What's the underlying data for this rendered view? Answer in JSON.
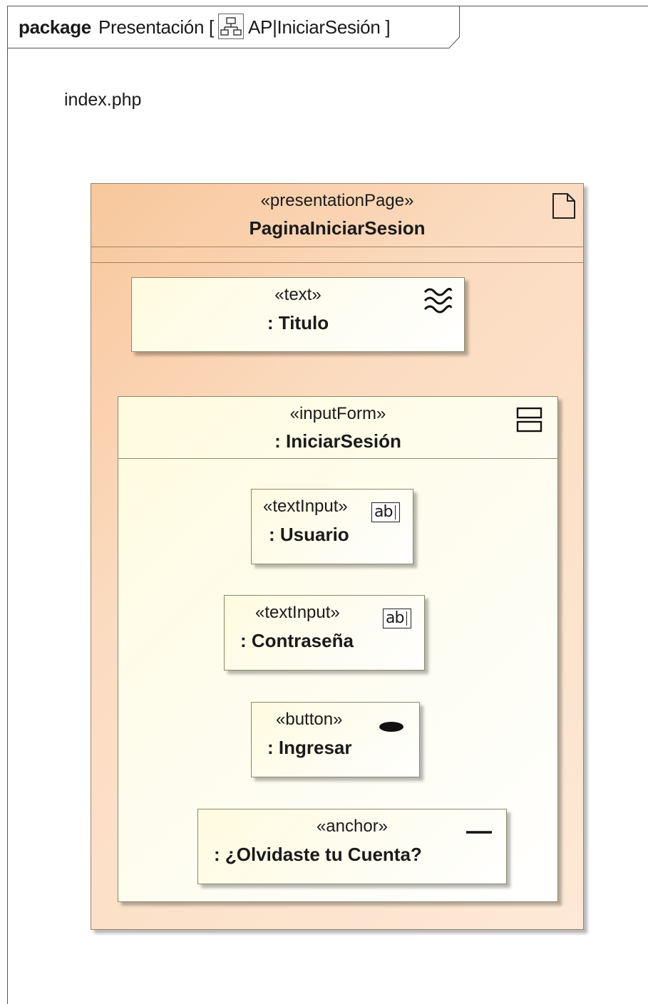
{
  "package": {
    "keyword": "package",
    "name_prefix": "Presentación [",
    "diagram_name": "AP|IniciarSesión ]"
  },
  "filename": "index.php",
  "page": {
    "stereotype": "«presentationPage»",
    "name": "PaginaIniciarSesion"
  },
  "titulo": {
    "stereotype": "«text»",
    "name": ": Titulo"
  },
  "form": {
    "stereotype": "«inputForm»",
    "name": ": IniciarSesión"
  },
  "usuario": {
    "stereotype": "«textInput»",
    "name": ": Usuario",
    "icon_text": "ab"
  },
  "contrasena": {
    "stereotype": "«textInput»",
    "name": ": Contraseña",
    "icon_text": "ab"
  },
  "ingresar": {
    "stereotype": "«button»",
    "name": ": Ingresar"
  },
  "olvidaste": {
    "stereotype": "«anchor»",
    "name": ": ¿Olvidaste tu Cuenta?"
  },
  "icons": {
    "page": "document-icon",
    "text": "wavy-lines-icon",
    "form": "form-fields-icon",
    "textInput": "text-field-icon",
    "button": "button-oval-icon",
    "anchor": "anchor-line-icon"
  }
}
